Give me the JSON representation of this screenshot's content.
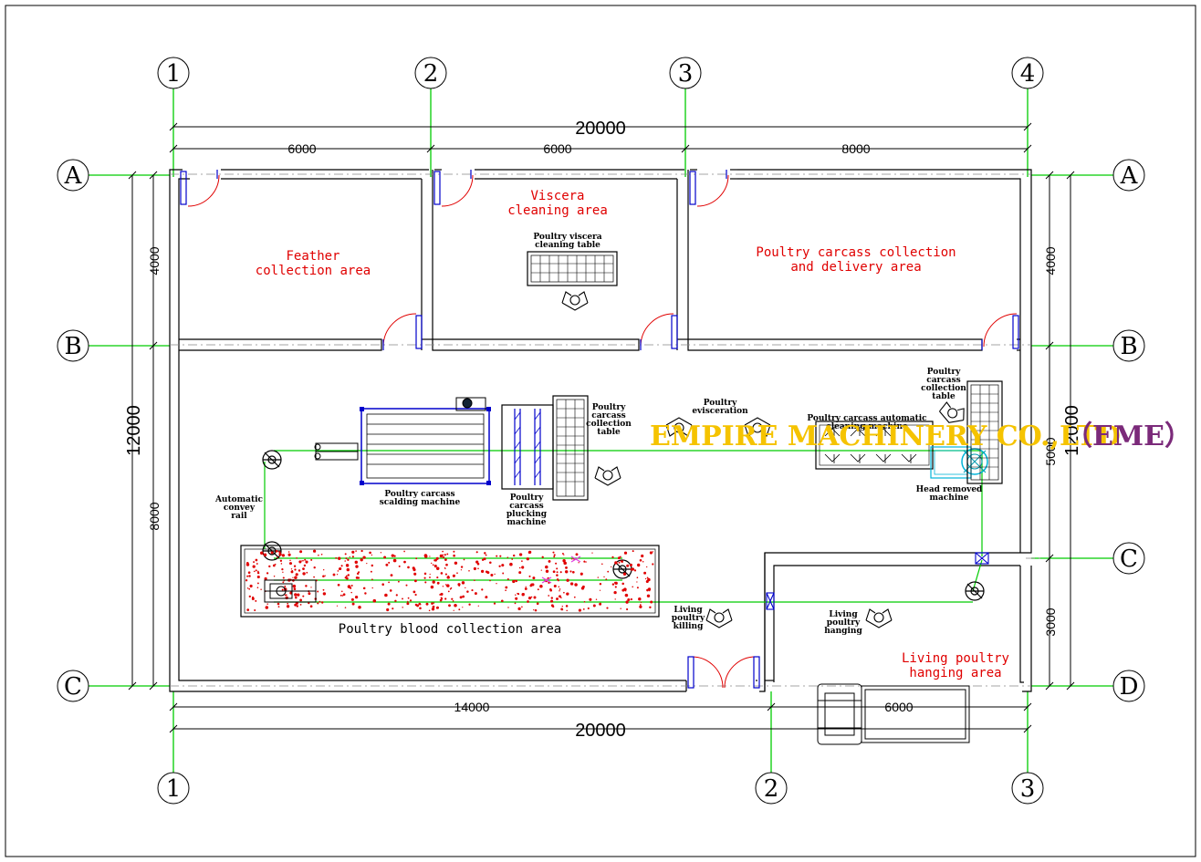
{
  "axes": {
    "top": [
      "1",
      "2",
      "3",
      "4"
    ],
    "bottom": [
      "1",
      "2",
      "3"
    ],
    "left": [
      "A",
      "B",
      "C"
    ],
    "right": [
      "A",
      "B",
      "C",
      "D"
    ]
  },
  "dimensions": {
    "top_total": "20000",
    "top_segments": [
      "6000",
      "6000",
      "8000"
    ],
    "bottom_total": "20000",
    "bottom_segments": [
      "14000",
      "6000"
    ],
    "left_total": "12000",
    "left_segments": [
      "4000",
      "8000"
    ],
    "right_total": "12000",
    "right_segments": [
      "4000",
      "5000",
      "3000"
    ]
  },
  "areas": {
    "feather": [
      "Feather",
      "collection area"
    ],
    "viscera": [
      "Viscera",
      "cleaning area"
    ],
    "carcass_collection": [
      "Poultry carcass collection",
      "and delivery area"
    ],
    "blood": "Poultry blood collection area",
    "living_hanging_area": [
      "Living poultry",
      "hanging area"
    ]
  },
  "labels": {
    "viscera_table": [
      "Poultry viscera",
      "cleaning table"
    ],
    "collection_table_1": [
      "Poultry",
      "carcass",
      "collection",
      "table"
    ],
    "collection_table_2": [
      "Poultry",
      "carcass",
      "collection",
      "table"
    ],
    "evisceration": [
      "Poultry",
      "evisceration"
    ],
    "cleaning_machine": [
      "Poultry carcass automatic",
      "cleaning machine"
    ],
    "head_removed": [
      "Head removed",
      "machine"
    ],
    "scalding": [
      "Poultry carcass",
      "scalding machine"
    ],
    "plucking": [
      "Poultry",
      "carcass",
      "plucking",
      "machine"
    ],
    "convey_rail": [
      "Automatic",
      "convey",
      "rail"
    ],
    "living_killing": [
      "Living",
      "poultry",
      "killing"
    ],
    "living_hanging": [
      "Living",
      "poultry",
      "hanging"
    ]
  },
  "watermark": {
    "company": "EMPIRE MACHINERY CO.,LTD",
    "abbr": "（EME）",
    "color_company": "#f5c300",
    "color_abbr": "#7b2a7a"
  },
  "colors": {
    "area_text": "#e00000",
    "axis_line": "#00cc00",
    "door": "#e00000",
    "door_frame": "#0000cc"
  }
}
